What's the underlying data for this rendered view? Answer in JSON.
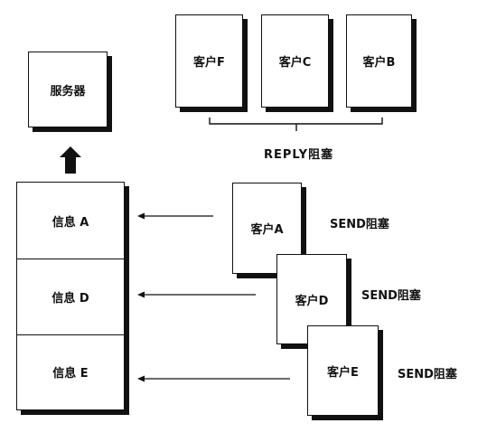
{
  "server": {
    "label": "服务器"
  },
  "reply_clients": [
    {
      "label": "客户F"
    },
    {
      "label": "客户C"
    },
    {
      "label": "客户B"
    }
  ],
  "reply_blocked_label": "REPLY阻塞",
  "message_queue": [
    {
      "label": "信息 A"
    },
    {
      "label": "信息 D"
    },
    {
      "label": "信息 E"
    }
  ],
  "send_clients": [
    {
      "label": "客户A",
      "status": "SEND阻塞"
    },
    {
      "label": "客户D",
      "status": "SEND阻塞"
    },
    {
      "label": "客户E",
      "status": "SEND阻塞"
    }
  ]
}
